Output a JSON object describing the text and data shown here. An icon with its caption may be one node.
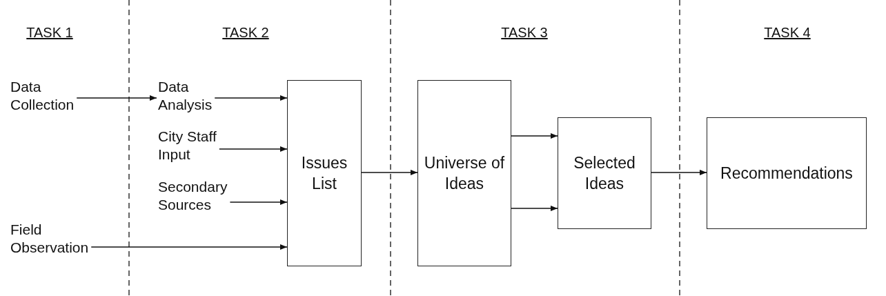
{
  "diagram": {
    "nodes": [
      {
        "text": [
          "Data Collection"
        ]
      },
      {
        "text": [
          "Data Analysis"
        ]
      },
      {
        "text": [
          "City Staff Input"
        ]
      },
      {
        "text": [
          "Secondary Sources"
        ]
      },
      {
        "text": [
          "Field Observation"
        ]
      },
      {
        "text": [
          "Issues List"
        ]
      },
      {
        "text": [
          "Universe of Ideas"
        ]
      },
      {
        "text": [
          "Selected Ideas"
        ]
      },
      {
        "text": [
          "Recommendations"
        ]
      }
    ],
    "edges": [
      {
        "from": 0,
        "to": 1,
        "arrow": "to"
      },
      {
        "from": 1,
        "to": 5,
        "arrow": "to"
      },
      {
        "from": 2,
        "to": 5,
        "arrow": "to"
      },
      {
        "from": 3,
        "to": 5,
        "arrow": "to"
      },
      {
        "from": 4,
        "to": 5,
        "arrow": "to"
      },
      {
        "from": 5,
        "to": 6,
        "arrow": "to"
      },
      {
        "from": 6,
        "to": 7,
        "arrow": "to"
      },
      {
        "from": 6,
        "to": 7,
        "arrow": "to"
      },
      {
        "from": 7,
        "to": 8,
        "arrow": "to"
      }
    ],
    "labels": [
      "TASK 1",
      "TASK 2",
      "TASK 3",
      "TASK 4"
    ]
  }
}
